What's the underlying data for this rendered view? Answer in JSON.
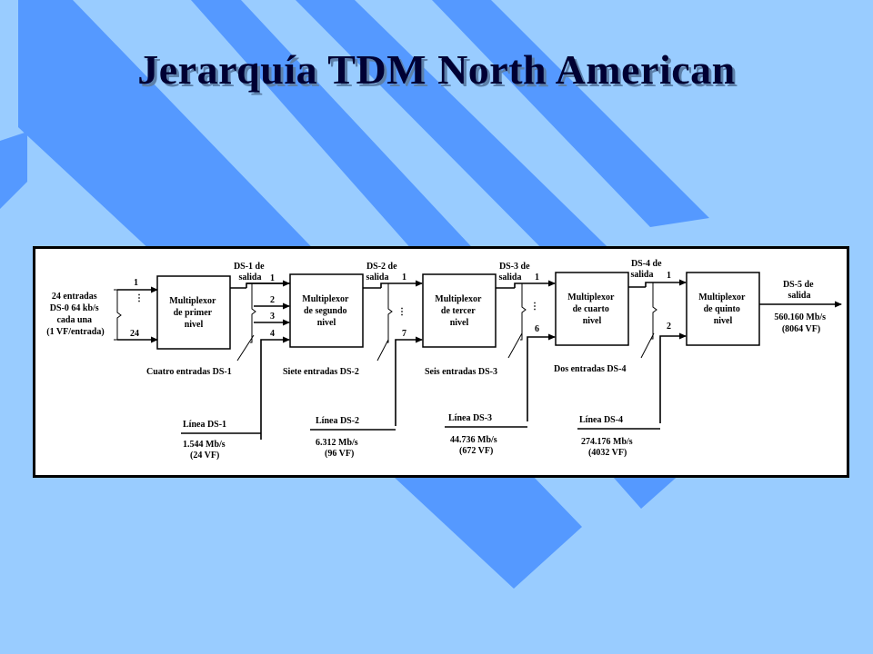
{
  "title": "Jerarquía TDM North American",
  "colors": {
    "background": "#99ccff",
    "stripe": "#5599ff",
    "title": "#000033",
    "panel": "#ffffff"
  },
  "diagram": {
    "input": {
      "lines": [
        "24 entradas",
        "DS-0 64 kb/s",
        "cada una",
        "(1 VF/entrada)"
      ],
      "first": "1",
      "last": "24"
    },
    "multiplexers": [
      {
        "lines": [
          "Multiplexor",
          "de primer",
          "nivel"
        ]
      },
      {
        "lines": [
          "Multiplexor",
          "de segundo",
          "nivel"
        ]
      },
      {
        "lines": [
          "Multiplexor",
          "de tercer",
          "nivel"
        ]
      },
      {
        "lines": [
          "Multiplexor",
          "de cuarto",
          "nivel"
        ]
      },
      {
        "lines": [
          "Multiplexor",
          "de quinto",
          "nivel"
        ]
      }
    ],
    "outputs": [
      {
        "lines": [
          "DS-1 de",
          "salida"
        ]
      },
      {
        "lines": [
          "DS-2 de",
          "salida"
        ]
      },
      {
        "lines": [
          "DS-3 de",
          "salida"
        ]
      },
      {
        "lines": [
          "DS-4 de",
          "salida"
        ]
      },
      {
        "lines": [
          "DS-5 de",
          "salida"
        ]
      }
    ],
    "stage_inputs": [
      {
        "label": "Cuatro entradas DS-1",
        "numbers": [
          "1",
          "2",
          "3",
          "4"
        ]
      },
      {
        "label": "Siete entradas DS-2",
        "numbers": [
          "1",
          "7"
        ]
      },
      {
        "label": "Seis entradas DS-3",
        "numbers": [
          "1",
          "6"
        ]
      },
      {
        "label": "Dos entradas DS-4",
        "numbers": [
          "1",
          "2"
        ]
      }
    ],
    "lines": [
      {
        "name": "Línea DS-1",
        "rate": "1.544 Mb/s",
        "vf": "(24 VF)"
      },
      {
        "name": "Línea DS-2",
        "rate": "6.312 Mb/s",
        "vf": "(96 VF)"
      },
      {
        "name": "Línea DS-3",
        "rate": "44.736 Mb/s",
        "vf": "(672 VF)"
      },
      {
        "name": "Línea DS-4",
        "rate": "274.176 Mb/s",
        "vf": "(4032 VF)"
      }
    ],
    "final_output": {
      "rate": "560.160 Mb/s",
      "vf": "(8064 VF)"
    }
  }
}
